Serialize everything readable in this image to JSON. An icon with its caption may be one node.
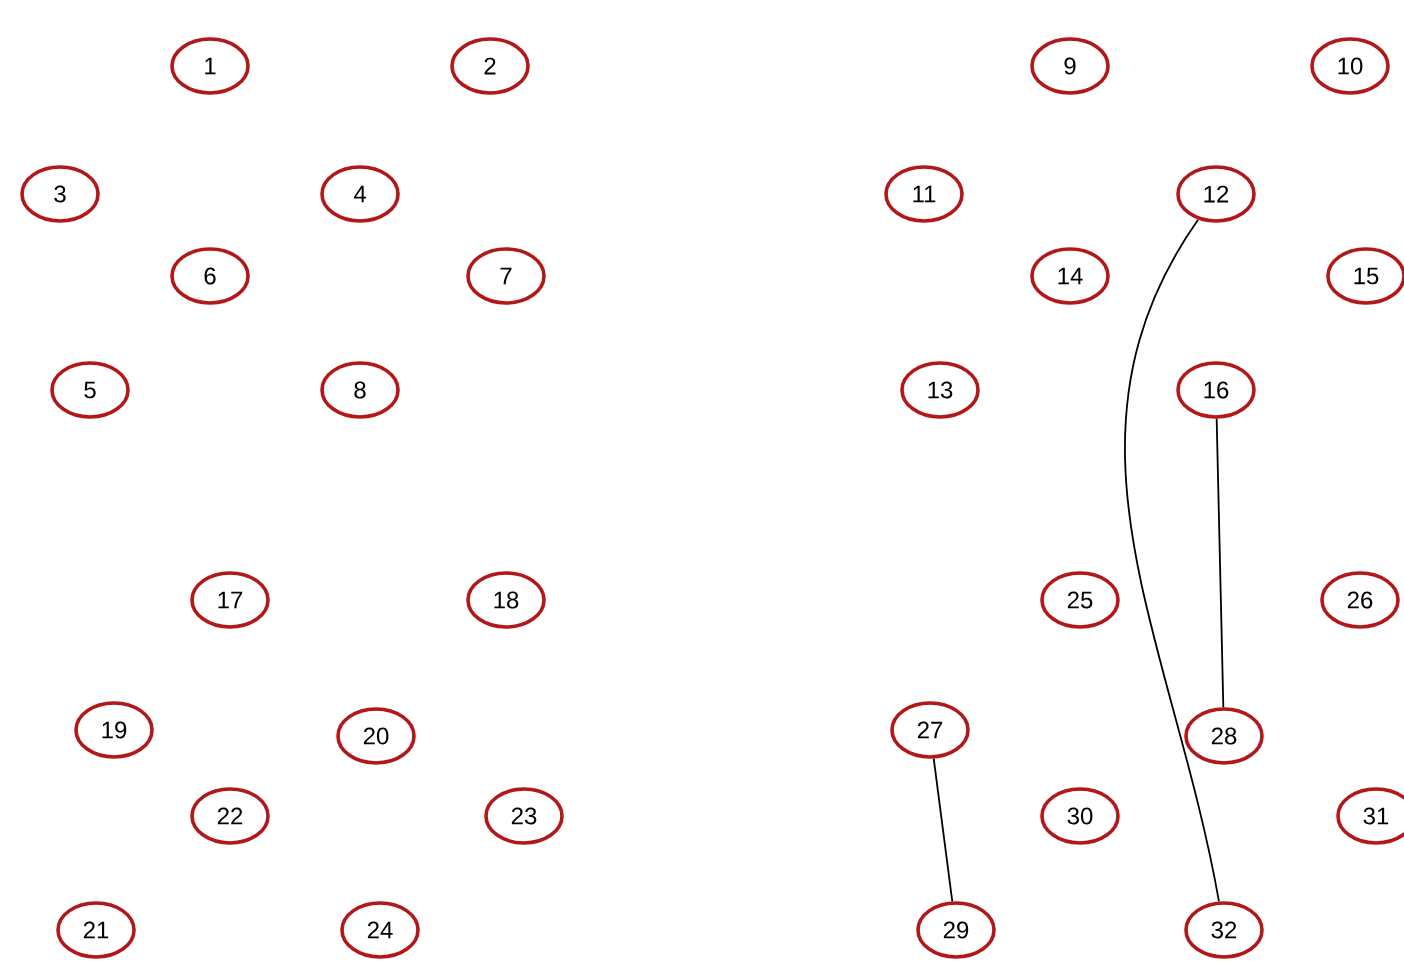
{
  "diagram": {
    "nodes": [
      {
        "text": [
          "1"
        ]
      },
      {
        "text": [
          "2"
        ]
      },
      {
        "text": [
          "3"
        ]
      },
      {
        "text": [
          "4"
        ]
      },
      {
        "text": [
          "5"
        ]
      },
      {
        "text": [
          "6"
        ]
      },
      {
        "text": [
          "7"
        ]
      },
      {
        "text": [
          "8"
        ]
      },
      {
        "text": [
          "9"
        ]
      },
      {
        "text": [
          "10"
        ]
      },
      {
        "text": [
          "11"
        ]
      },
      {
        "text": [
          "12"
        ]
      },
      {
        "text": [
          "13"
        ]
      },
      {
        "text": [
          "14"
        ]
      },
      {
        "text": [
          "15"
        ]
      },
      {
        "text": [
          "16"
        ]
      },
      {
        "text": [
          "17"
        ]
      },
      {
        "text": [
          "18"
        ]
      },
      {
        "text": [
          "19"
        ]
      },
      {
        "text": [
          "20"
        ]
      },
      {
        "text": [
          "21"
        ]
      },
      {
        "text": [
          "22"
        ]
      },
      {
        "text": [
          "23"
        ]
      },
      {
        "text": [
          "24"
        ]
      },
      {
        "text": [
          "25"
        ]
      },
      {
        "text": [
          "26"
        ]
      },
      {
        "text": [
          "27"
        ]
      },
      {
        "text": [
          "28"
        ]
      },
      {
        "text": [
          "29"
        ]
      },
      {
        "text": [
          "30"
        ]
      },
      {
        "text": [
          "31"
        ]
      },
      {
        "text": [
          "32"
        ]
      }
    ],
    "edges": [
      {
        "from": 11,
        "to": 31,
        "arrow": "none"
      },
      {
        "from": 15,
        "to": 27,
        "arrow": "none"
      },
      {
        "from": 26,
        "to": 28,
        "arrow": "none"
      }
    ]
  }
}
